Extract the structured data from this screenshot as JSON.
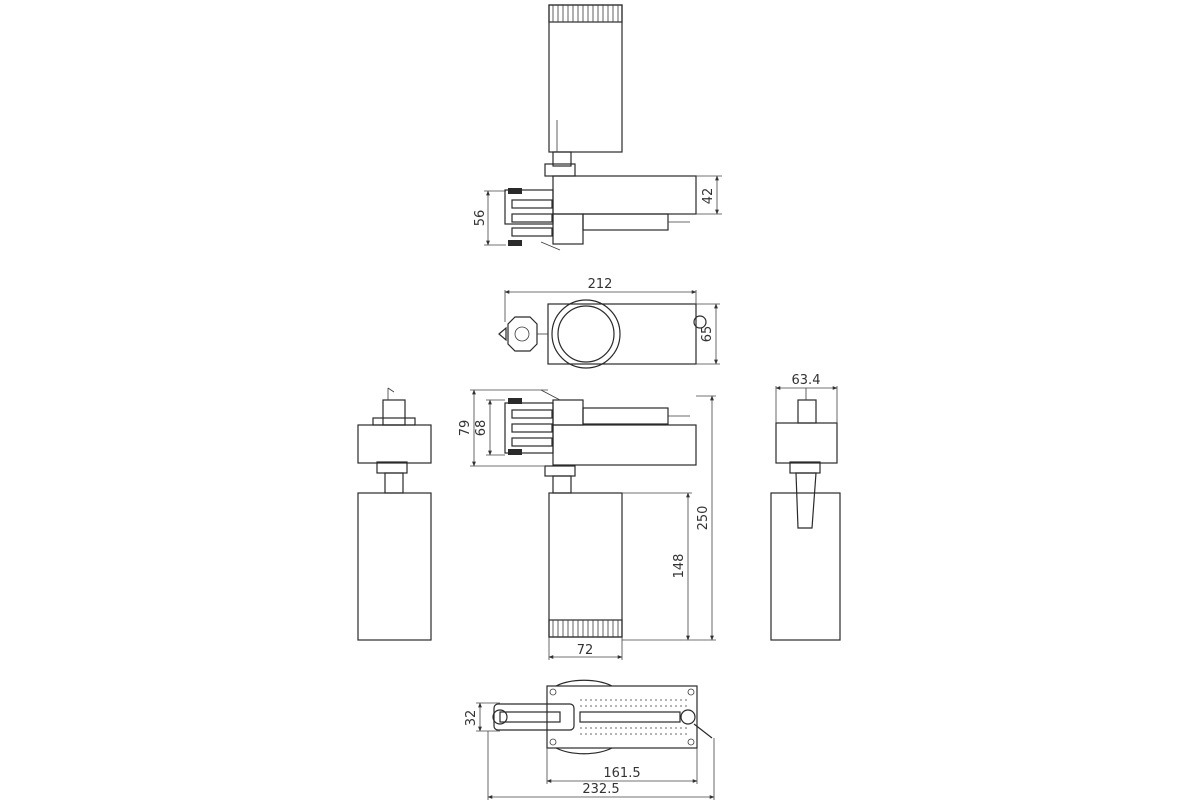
{
  "drawing": {
    "dimensions": {
      "top_height_56": "56",
      "top_height_42": "42",
      "plan_width_212": "212",
      "plan_depth_65": "65",
      "front_height_79": "79",
      "front_height_68": "68",
      "front_height_250": "250",
      "front_height_148": "148",
      "front_width_72": "72",
      "side_width_63_4": "63.4",
      "bottom_height_32": "32",
      "bottom_length_161_5": "161.5",
      "bottom_length_232_5": "232.5"
    }
  }
}
